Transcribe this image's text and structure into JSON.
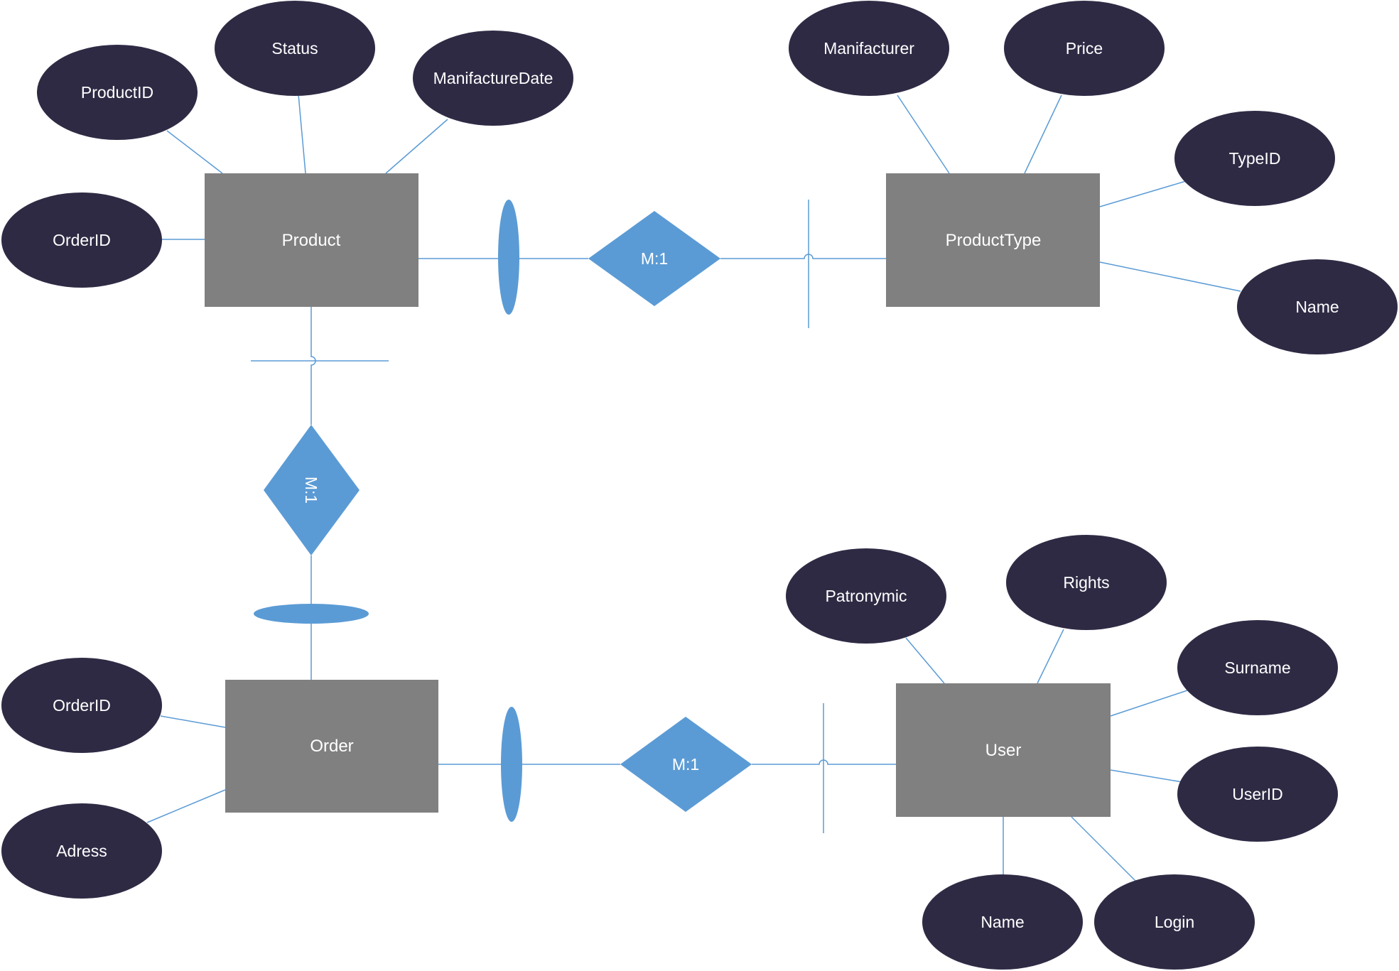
{
  "colors": {
    "attribute_fill": "#2f2a44",
    "entity_fill": "#808080",
    "relationship_fill": "#5b9bd5",
    "connector": "#5b9bd5",
    "label_text": "#ffffff"
  },
  "entities": {
    "product": {
      "label": "Product"
    },
    "product_type": {
      "label": "ProductType"
    },
    "order": {
      "label": "Order"
    },
    "user": {
      "label": "User"
    }
  },
  "attributes": {
    "product": [
      "ProductID",
      "Status",
      "ManifactureDate",
      "OrderID"
    ],
    "product_type": [
      "Manifacturer",
      "Price",
      "TypeID",
      "Name"
    ],
    "order": [
      "OrderID",
      "Adress"
    ],
    "user": [
      "Patronymic",
      "Rights",
      "Surname",
      "UserID",
      "Name",
      "Login"
    ]
  },
  "relationships": {
    "product_to_product_type": {
      "label": "M:1"
    },
    "product_to_order": {
      "label": "M:1"
    },
    "order_to_user": {
      "label": "M:1"
    }
  }
}
